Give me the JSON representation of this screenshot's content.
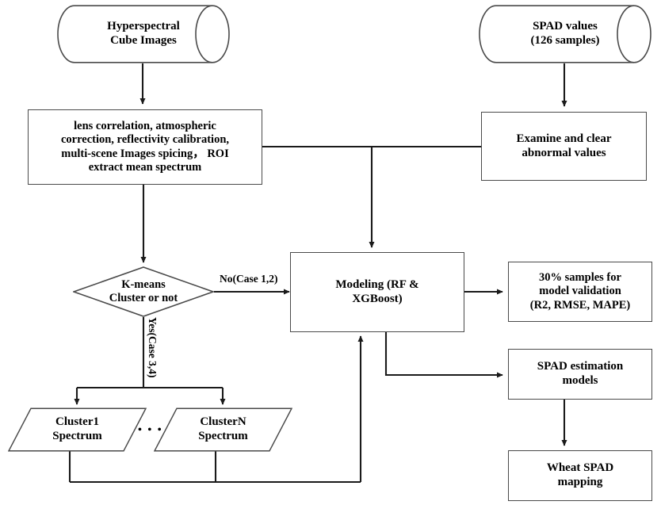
{
  "diagram": {
    "title": "Hyperspectral SPAD estimation workflow",
    "stroke_color": "#4a4a4a",
    "edge_color": "#1a1a1a",
    "text_color": "#000000",
    "background": "#ffffff"
  },
  "nodes": {
    "hyperspectral_cube": {
      "label": "Hyperspectral\nCube Images",
      "shape": "cylinder",
      "font_size": 15
    },
    "spad_values": {
      "label": "SPAD values\n(126 samples)",
      "shape": "cylinder",
      "font_size": 15
    },
    "preprocessing": {
      "label": "lens correlation, atmospheric\ncorrection, reflectivity calibration,\nmulti-scene Images spicing，  ROI\nextract mean spectrum",
      "shape": "rectangle",
      "font_size": 14.5
    },
    "examine_clear": {
      "label": "Examine and clear\nabnormal values",
      "shape": "rectangle",
      "font_size": 15
    },
    "kmeans_decision": {
      "label": "K-means\nCluster or not",
      "shape": "diamond",
      "font_size": 14.5
    },
    "modeling": {
      "label": "Modeling (RF &\nXGBoost)",
      "shape": "rectangle",
      "font_size": 15
    },
    "validation": {
      "label": "30% samples for\nmodel validation\n(R2, RMSE, MAPE)",
      "shape": "rectangle",
      "font_size": 14.5
    },
    "spad_models": {
      "label": "SPAD estimation\nmodels",
      "shape": "rectangle",
      "font_size": 15
    },
    "wheat_mapping": {
      "label": "Wheat SPAD\nmapping",
      "shape": "rectangle",
      "font_size": 15
    },
    "cluster1": {
      "label": "Cluster1\nSpectrum",
      "shape": "parallelogram",
      "font_size": 15
    },
    "clusterN": {
      "label": "ClusterN\nSpectrum",
      "shape": "parallelogram",
      "font_size": 15
    }
  },
  "edge_labels": {
    "no_case": "No(Case 1,2)",
    "yes_case": "Yes(Case 3,4)",
    "cluster_ellipsis": "• • •"
  },
  "edges": [
    {
      "from": "hyperspectral_cube",
      "to": "preprocessing",
      "label": ""
    },
    {
      "from": "spad_values",
      "to": "examine_clear",
      "label": ""
    },
    {
      "from": "preprocessing",
      "to": "examine_clear",
      "label": ""
    },
    {
      "from": "preprocessing",
      "to": "modeling",
      "label": ""
    },
    {
      "from": "preprocessing",
      "to": "kmeans_decision",
      "label": ""
    },
    {
      "from": "kmeans_decision",
      "to": "modeling",
      "label": "No(Case 1,2)"
    },
    {
      "from": "kmeans_decision",
      "to": "cluster1",
      "label": "Yes(Case 3,4)"
    },
    {
      "from": "kmeans_decision",
      "to": "clusterN",
      "label": "Yes(Case 3,4)"
    },
    {
      "from": "cluster1",
      "to": "modeling",
      "label": ""
    },
    {
      "from": "clusterN",
      "to": "modeling",
      "label": ""
    },
    {
      "from": "modeling",
      "to": "validation",
      "label": ""
    },
    {
      "from": "modeling",
      "to": "spad_models",
      "label": ""
    },
    {
      "from": "spad_models",
      "to": "wheat_mapping",
      "label": ""
    }
  ]
}
